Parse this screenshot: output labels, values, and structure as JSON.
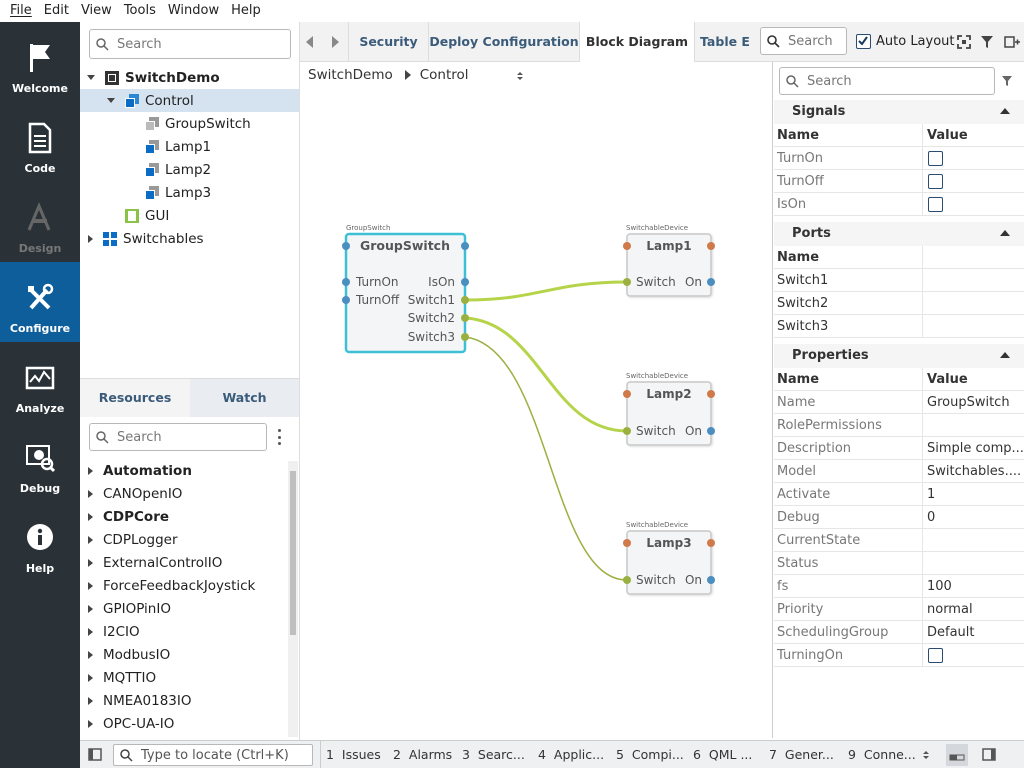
{
  "menu": [
    "File",
    "Edit",
    "View",
    "Tools",
    "Window",
    "Help"
  ],
  "activity": [
    {
      "label": "Welcome",
      "icon": "flag-icon",
      "state": "normal"
    },
    {
      "label": "Code",
      "icon": "document-icon",
      "state": "normal"
    },
    {
      "label": "Design",
      "icon": "design-icon",
      "state": "disabled"
    },
    {
      "label": "Configure",
      "icon": "tools-icon",
      "state": "active"
    },
    {
      "label": "Analyze",
      "icon": "chart-icon",
      "state": "normal"
    },
    {
      "label": "Debug",
      "icon": "bug-icon",
      "state": "normal"
    },
    {
      "label": "Help",
      "icon": "info-icon",
      "state": "normal"
    }
  ],
  "tree": {
    "search_placeholder": "Search",
    "items": [
      "SwitchDemo",
      "Control",
      "GroupSwitch",
      "Lamp1",
      "Lamp2",
      "Lamp3",
      "GUI",
      "Switchables"
    ]
  },
  "resources": {
    "tabs": [
      "Resources",
      "Watch"
    ],
    "search_placeholder": "Search",
    "items": [
      "Automation",
      "CANOpenIO",
      "CDPCore",
      "CDPLogger",
      "ExternalControlIO",
      "ForceFeedbackJoystick",
      "GPIOPinIO",
      "I2CIO",
      "ModbusIO",
      "MQTTIO",
      "NMEA0183IO",
      "OPC-UA-IO"
    ]
  },
  "tabs": [
    "Security",
    "Deploy Configuration",
    "Block Diagram",
    "Table E"
  ],
  "toolbar": {
    "search_placeholder": "Search",
    "auto_layout": "Auto Layout"
  },
  "breadcrumb": [
    "SwitchDemo",
    "Control"
  ],
  "diagram": {
    "group": {
      "caption": "GroupSwitch",
      "title": "GroupSwitch",
      "inputs": [
        "TurnOn",
        "TurnOff"
      ],
      "outputs": [
        "IsOn",
        "Switch1",
        "Switch2",
        "Switch3"
      ]
    },
    "lamps": [
      {
        "caption": "SwitchableDevice",
        "title": "Lamp1",
        "in": "Switch",
        "out": "On"
      },
      {
        "caption": "SwitchableDevice",
        "title": "Lamp2",
        "in": "Switch",
        "out": "On"
      },
      {
        "caption": "SwitchableDevice",
        "title": "Lamp3",
        "in": "Switch",
        "out": "On"
      }
    ]
  },
  "panel": {
    "search_placeholder": "Search",
    "signals": {
      "title": "Signals",
      "name_col": "Name",
      "value_col": "Value",
      "rows": [
        "TurnOn",
        "TurnOff",
        "IsOn"
      ]
    },
    "ports": {
      "title": "Ports",
      "name_col": "Name",
      "rows": [
        "Switch1",
        "Switch2",
        "Switch3"
      ]
    },
    "properties": {
      "title": "Properties",
      "name_col": "Name",
      "value_col": "Value",
      "rows": [
        {
          "name": "Name",
          "value": "GroupSwitch"
        },
        {
          "name": "RolePermissions",
          "value": ""
        },
        {
          "name": "Description",
          "value": "Simple comp..."
        },
        {
          "name": "Model",
          "value": "Switchables...."
        },
        {
          "name": "Activate",
          "value": "1"
        },
        {
          "name": "Debug",
          "value": "0"
        },
        {
          "name": "CurrentState",
          "value": ""
        },
        {
          "name": "Status",
          "value": ""
        },
        {
          "name": "fs",
          "value": "100"
        },
        {
          "name": "Priority",
          "value": "normal"
        },
        {
          "name": "SchedulingGroup",
          "value": "Default"
        },
        {
          "name": "TurningOn",
          "value": ""
        }
      ]
    }
  },
  "statusbar": {
    "locate_placeholder": "Type to locate (Ctrl+K)",
    "items": [
      "1  Issues",
      "2  Alarms",
      "3  Searc...",
      "4  Applic...",
      "5  Compi...",
      "6  QML ...",
      "7  Gener...",
      "9  Conne..."
    ]
  },
  "colors": {
    "activity_bg": "#2b3237",
    "active_blue": "#0f5e9c",
    "wire": "#b5d44a",
    "port_in": "#d07a4a",
    "port_out": "#4a8fc0",
    "port_sig": "#9ab040",
    "selected_block": "#3dbfd6"
  }
}
